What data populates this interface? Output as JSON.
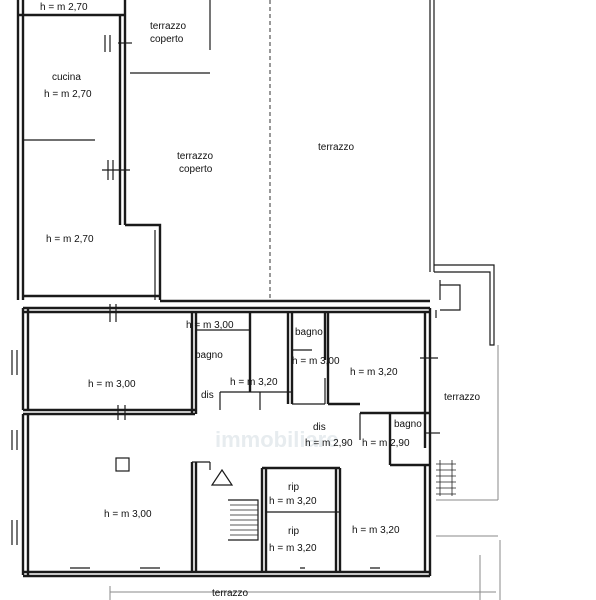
{
  "rooms": {
    "room_top_left_height": "h = m 2,70",
    "terrazzo_coperto_top_line1": "terrazzo",
    "terrazzo_coperto_top_line2": "coperto",
    "cucina_name": "cucina",
    "cucina_height": "h = m 2,70",
    "terrazzo_coperto_mid_line1": "terrazzo",
    "terrazzo_coperto_mid_line2": "coperto",
    "terrazzo_upper_right": "terrazzo",
    "room_left_mid_height": "h = m 2,70",
    "corridor_height": "h = m 3,00",
    "bagno_left_name": "bagno",
    "bagno_center_name": "bagno",
    "bagno_center_height": "h = m 3,00",
    "room_left_middle_height": "h = m 3,00",
    "dis_left": "dis",
    "room_center_height": "h = m 3,20",
    "room_right_upper_height": "h = m 3,20",
    "terrazzo_right": "terrazzo",
    "dis_center_name": "dis",
    "dis_center_height": "h = m 2,90",
    "bagno_right_name": "bagno",
    "bagno_right_height": "h = m 2,90",
    "rip_upper_name": "rip",
    "rip_upper_height": "h = m 3,20",
    "rip_lower_name": "rip",
    "rip_lower_height": "h = m 3,20",
    "room_bottom_left_height": "h = m 3,00",
    "room_bottom_right_height": "h = m 3,20",
    "terrazzo_bottom": "terrazzo"
  }
}
